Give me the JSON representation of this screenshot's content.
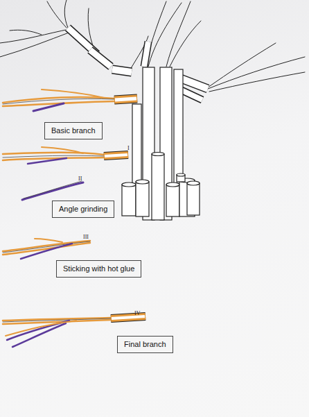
{
  "diagram": {
    "nodes": [
      {
        "text": [
          "Basic branch"
        ]
      },
      {
        "text": [
          "Angle grinding"
        ]
      },
      {
        "text": [
          "Sticking with hot glue"
        ]
      },
      {
        "text": [
          "Final branch"
        ]
      }
    ],
    "labels": [
      "I",
      "II",
      "III",
      "IV"
    ]
  }
}
